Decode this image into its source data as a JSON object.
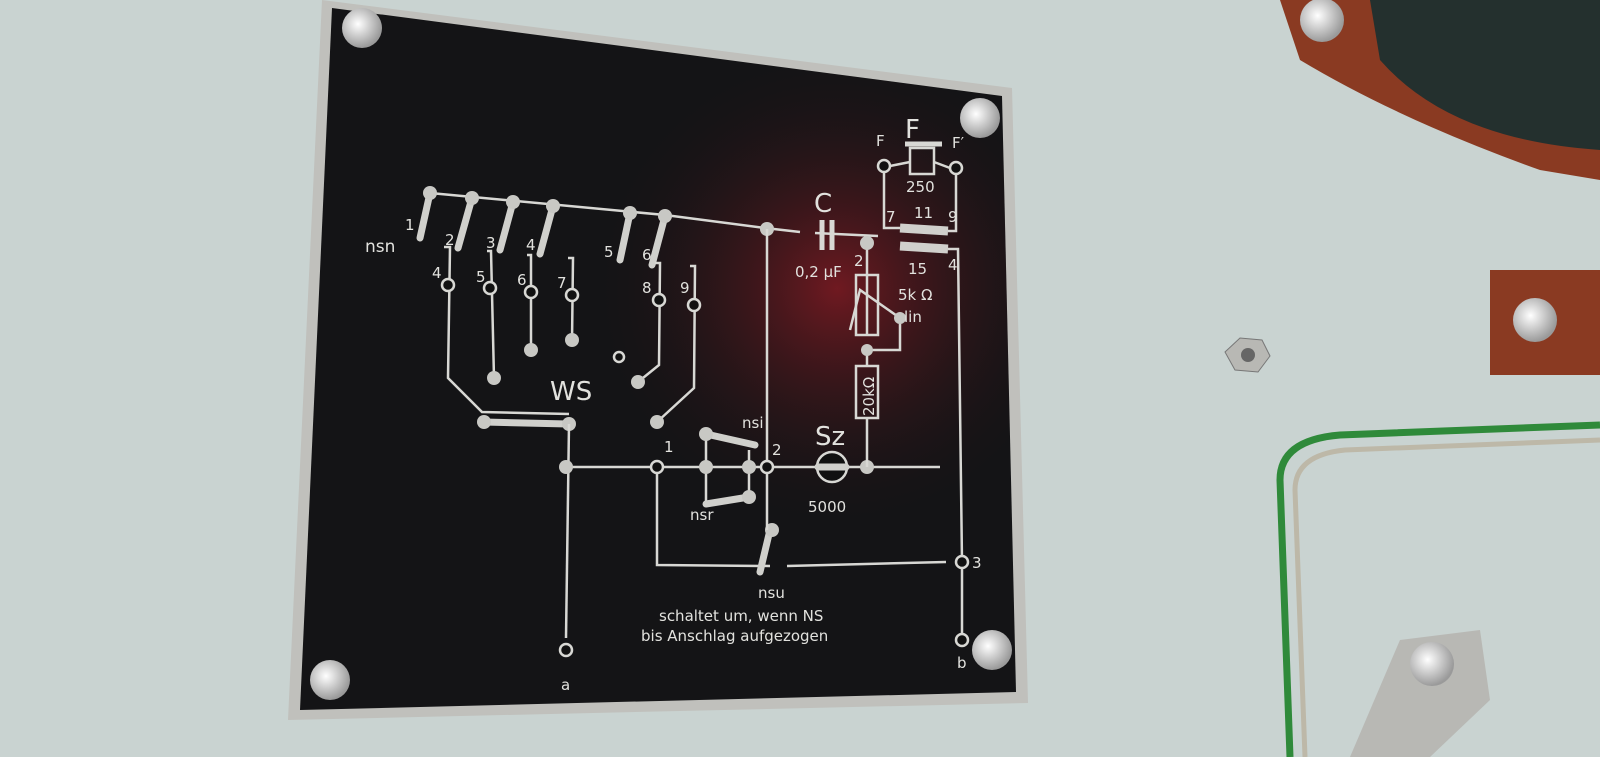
{
  "switch_label": "nsn",
  "switch_top_numbers": [
    "1",
    "2",
    "3",
    "4",
    "5",
    "6"
  ],
  "contact_numbers": [
    "4",
    "5",
    "6",
    "7",
    "8",
    "9"
  ],
  "ws_label": "WS",
  "capacitor": {
    "name": "C",
    "value": "0,2 μF"
  },
  "node_2_top": "2",
  "fuse": {
    "name": "F",
    "left_terminal": "F",
    "right_terminal": "F′",
    "value": "250",
    "pins": [
      "7",
      "11",
      "9"
    ],
    "lower_pins": [
      "15",
      "4"
    ]
  },
  "potentiometer": {
    "value": "5k Ω",
    "taper": "lin"
  },
  "resistor": "20kΩ",
  "node_1": "1",
  "node_2": "2",
  "nsi_label": "nsi",
  "nsr_label": "nsr",
  "lamp": {
    "name": "Sz",
    "value": "5000"
  },
  "nsu_label": "nsu",
  "note_lines": [
    "schaltet um, wenn NS",
    "bis Anschlag aufgezogen"
  ],
  "terminal_a": "a",
  "terminal_b": "b",
  "terminal_3": "3",
  "colors": {
    "plate": "#141416",
    "engraving": "#d8d8d4",
    "background": "#c9d3d1",
    "bakelite": "#8a3a22"
  }
}
